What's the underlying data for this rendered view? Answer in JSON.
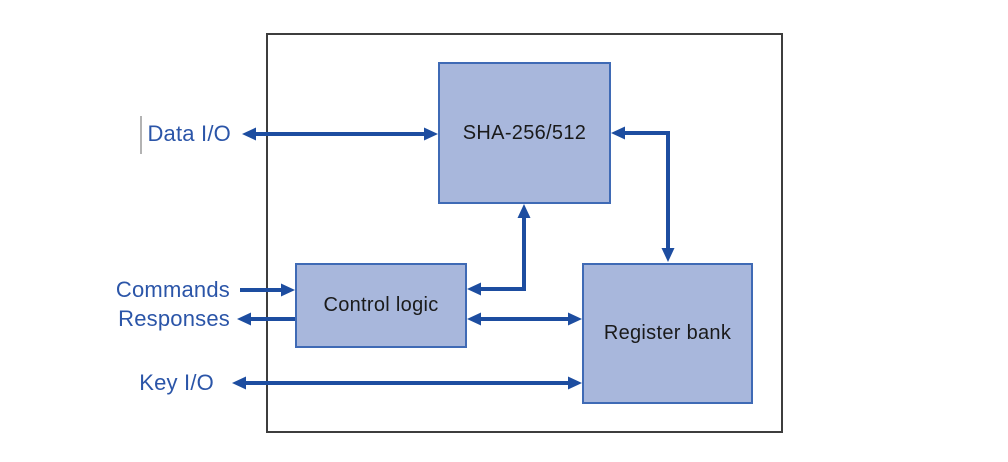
{
  "diagram": {
    "kind": "hardware-block-diagram",
    "blocks": [
      {
        "name": "sha-core",
        "label": "SHA-256/512"
      },
      {
        "name": "control-logic",
        "label": "Control logic"
      },
      {
        "name": "register-bank",
        "label": "Register bank"
      }
    ],
    "io_labels": [
      {
        "name": "data-io",
        "label": "Data I/O",
        "direction": "bidirectional"
      },
      {
        "name": "commands",
        "label": "Commands",
        "direction": "in"
      },
      {
        "name": "responses",
        "label": "Responses",
        "direction": "out"
      },
      {
        "name": "key-io",
        "label": "Key I/O",
        "direction": "bidirectional"
      }
    ],
    "connections": [
      {
        "from": "Data I/O",
        "to": "SHA-256/512",
        "direction": "bidirectional",
        "shape": "straight"
      },
      {
        "from": "SHA-256/512",
        "to": "Register bank",
        "direction": "bidirectional",
        "shape": "elbow"
      },
      {
        "from": "SHA-256/512",
        "to": "Control logic",
        "direction": "bidirectional",
        "shape": "elbow"
      },
      {
        "from": "Commands",
        "to": "Control logic",
        "direction": "in",
        "shape": "straight"
      },
      {
        "from": "Control logic",
        "to": "Responses",
        "direction": "out",
        "shape": "straight"
      },
      {
        "from": "Control logic",
        "to": "Register bank",
        "direction": "bidirectional",
        "shape": "straight"
      },
      {
        "from": "Key I/O",
        "to": "Register bank",
        "direction": "bidirectional",
        "shape": "straight"
      }
    ],
    "colors": {
      "block_fill": "#a8b7dc",
      "block_border": "#3f6ab5",
      "arrow": "#1d4da0",
      "label_text": "#2b55a8",
      "block_text": "#1a1a1a",
      "outer_border": "#3d3d3d",
      "cursor": "#b3b3b3",
      "background": "#ffffff"
    }
  }
}
